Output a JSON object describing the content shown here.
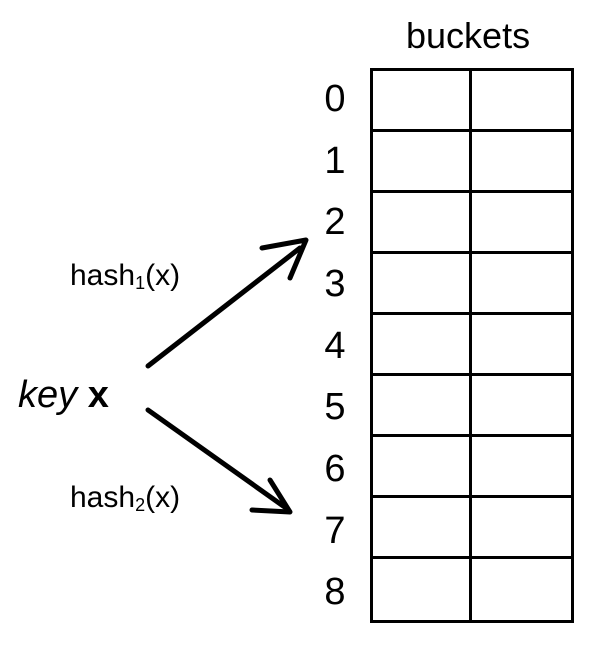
{
  "title": "buckets",
  "bucket_indices": [
    "0",
    "1",
    "2",
    "3",
    "4",
    "5",
    "6",
    "7",
    "8"
  ],
  "bucket_columns": 2,
  "key": {
    "word": "key",
    "var": "x"
  },
  "hash1": {
    "name": "hash",
    "sub": "1",
    "arg": "(x)",
    "target_index": "2"
  },
  "hash2": {
    "name": "hash",
    "sub": "2",
    "arg": "(x)",
    "target_index": "7"
  },
  "colors": {
    "stroke": "#000000",
    "background": "#ffffff"
  }
}
